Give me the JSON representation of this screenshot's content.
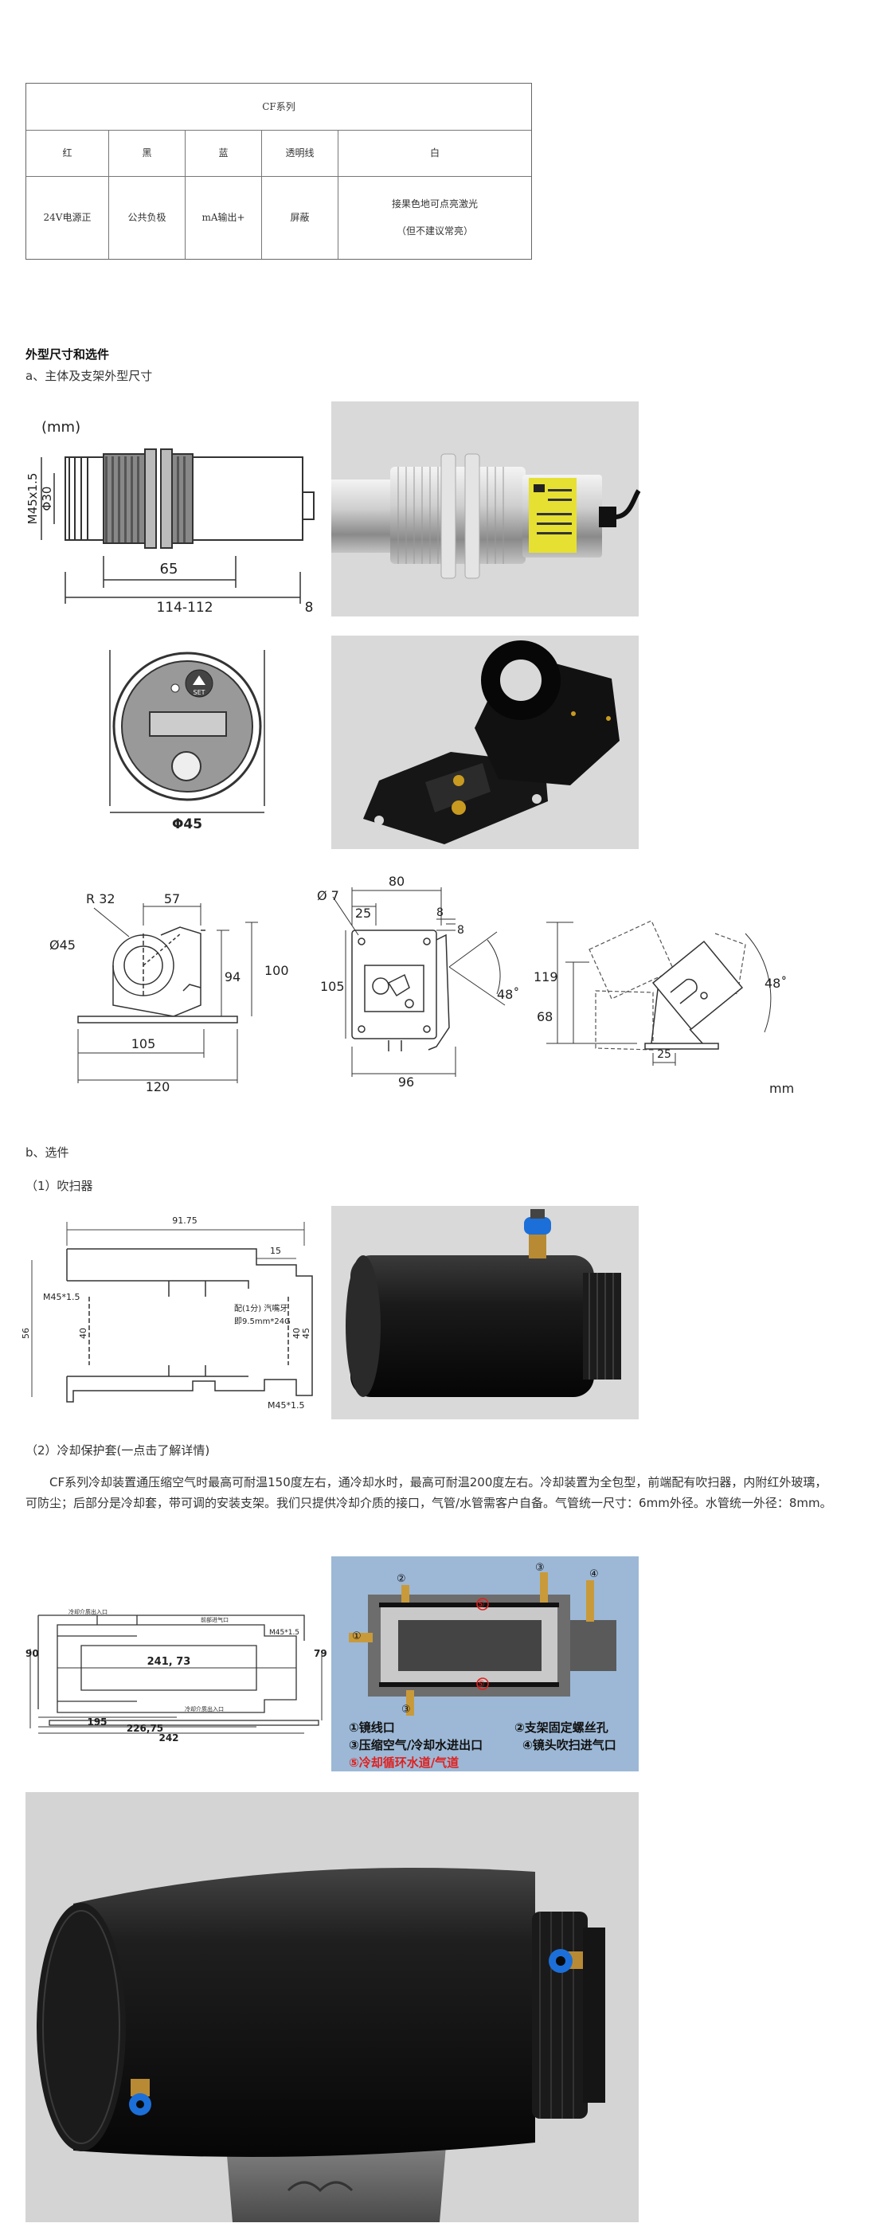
{
  "wiring_table": {
    "title": "CF系列",
    "colors": [
      "红",
      "黑",
      "蓝",
      "透明线",
      "白"
    ],
    "functions": [
      "24V电源正",
      "公共负极",
      "mA输出+",
      "屏蔽"
    ],
    "white_line1": "接果色地可点亮激光",
    "white_line2": "（但不建议常亮）"
  },
  "section1": {
    "title": "外型尺寸和选件",
    "sub_a": "a、主体及支架外型尺寸"
  },
  "drawing_body": {
    "unit": "(mm)",
    "thread": "M45x1.5",
    "dia": "Φ30",
    "len65": "65",
    "len_total": "114-112",
    "len8": "8"
  },
  "drawing_front": {
    "set": "SET",
    "dia": "Φ45"
  },
  "drawing_bracket1": {
    "r": "R 32",
    "d57": "57",
    "dia": "Ø45",
    "h94": "94",
    "h100": "100",
    "w105": "105",
    "w120": "120"
  },
  "drawing_bracket2": {
    "w80": "80",
    "dia7": "Ø 7",
    "w25": "25",
    "h105": "105",
    "w96": "96",
    "a48": "48˚",
    "d8a": "8",
    "d8b": "8"
  },
  "drawing_bracket3": {
    "h119": "119",
    "h68": "68",
    "w25": "25",
    "a48": "48˚",
    "unit": "mm"
  },
  "section_b": {
    "title": "b、选件",
    "item1": "（1）吹扫器",
    "item2": "（2）冷却保护套(一点击了解详情)"
  },
  "drawing_purge": {
    "len": "91.75",
    "w15": "15",
    "thread_top": "M45*1.5",
    "thread_bottom": "M45*1.5",
    "h56": "56",
    "h40l": "40",
    "h40r": "40",
    "h45": "45",
    "note1": "配(1分) 汽嘴牙",
    "note2": "即9.5mm*24G"
  },
  "cooling_paragraph": "CF系列冷却装置通压缩空气时最高可耐温150度左右，通冷却水时，最高可耐温200度左右。冷却装置为全包型，前端配有吹扫器，内附红外玻璃，可防尘；后部分是冷却套，带可调的安装支架。我们只提供冷却介质的接口，气管/水管需客户自备。气管统一尺寸：6mm外径。水管统一外径：8mm。",
  "drawing_cooling": {
    "w241": "241, 73",
    "w195": "195",
    "w226": "226,75",
    "w242": "242",
    "h90": "90",
    "h79": "79",
    "thread": "M45*1.5",
    "lab1": "冷却介质出入口",
    "lab2": "前部进气口",
    "lab3": "冷却介质出入口"
  },
  "cooling_legend": {
    "n1": "①",
    "n2": "②",
    "n3": "③",
    "n4": "④",
    "n5": "⑤",
    "l1": "①镜线口",
    "l2": "②支架固定螺丝孔",
    "l3": "③压缩空气/冷却水进出口",
    "l4": "④镜头吹扫进气口",
    "l5": "⑤冷却循环水道/气道"
  },
  "colors": {
    "photo_bg": "#d9d9d9",
    "body_dark": "#1c1c1c",
    "legend_red": "#e0201e",
    "panel_blue": "#9cb8d6"
  }
}
